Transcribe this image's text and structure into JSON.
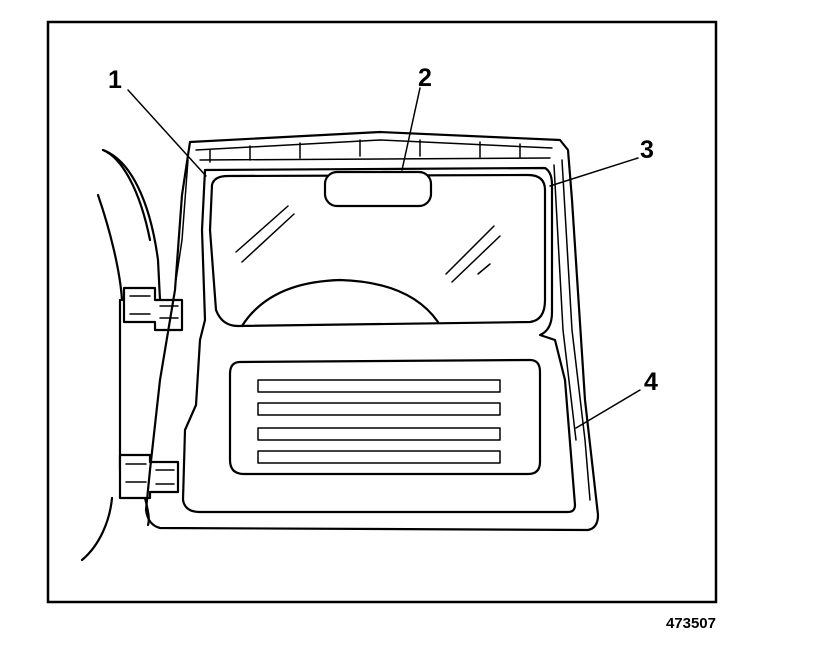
{
  "figure": {
    "reference_number": "473507"
  },
  "callouts": [
    {
      "id": "1",
      "label": "1"
    },
    {
      "id": "2",
      "label": "2"
    },
    {
      "id": "3",
      "label": "3"
    },
    {
      "id": "4",
      "label": "4"
    }
  ],
  "colors": {
    "line": "#000000",
    "background": "#ffffff"
  }
}
